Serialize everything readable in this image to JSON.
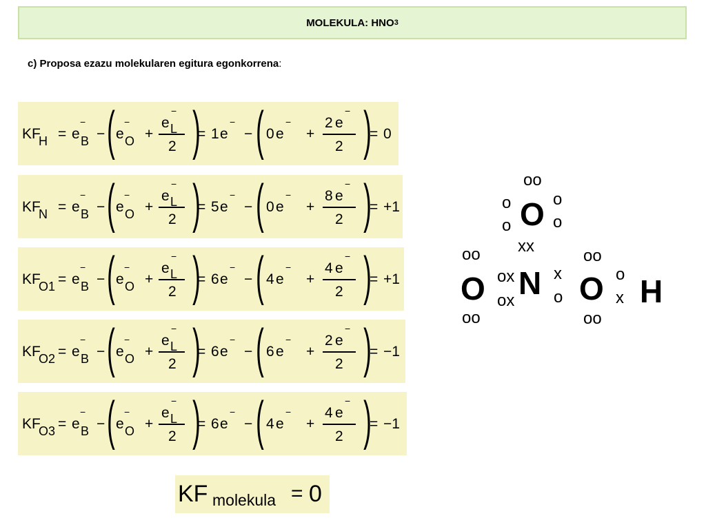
{
  "header": {
    "title": "MOLEKULA: HNO",
    "title_sub": "3"
  },
  "instruction": {
    "text": "c) Proposa ezazu molekularen egitura egonkorrena",
    "colon": ":"
  },
  "symbols": {
    "kf": "KF",
    "eB": "e",
    "B": "B",
    "eO": "e",
    "O": "O",
    "eL": "e",
    "L": "L",
    "minus_sup": "−",
    "minus": "−",
    "plus": "+",
    "eq": "=",
    "two": "2",
    "unit": "e"
  },
  "equations": [
    {
      "sub": "H",
      "term1": "1",
      "term2": "0",
      "num": "2",
      "result": "0"
    },
    {
      "sub": "N",
      "term1": "5",
      "term2": "0",
      "num": "8",
      "result": "+1"
    },
    {
      "sub": "O1",
      "term1": "6",
      "term2": "4",
      "num": "4",
      "result": "+1"
    },
    {
      "sub": "O2",
      "term1": "6",
      "term2": "6",
      "num": "2",
      "result": "−1"
    },
    {
      "sub": "O3",
      "term1": "6",
      "term2": "4",
      "num": "4",
      "result": "−1"
    }
  ],
  "final": {
    "kf": "KF",
    "sub": "molekula",
    "eq": "=",
    "value": "0"
  },
  "lewis": {
    "atoms": {
      "o_top": "O",
      "o_left": "O",
      "n": "N",
      "o_right": "O",
      "h": "H"
    },
    "electrons": {
      "top_above": "oo",
      "top_left_1": "o",
      "top_left_2": "o",
      "top_right_1": "o",
      "top_right_2": "o",
      "n_top": "xx",
      "n_left_1": "ox",
      "n_left_2": "ox",
      "n_right_1": "x",
      "n_right_2": "o",
      "left_above": "oo",
      "left_below": "oo",
      "right_above": "oo",
      "right_below": "oo",
      "right_right_1": "o",
      "right_right_2": "x"
    }
  }
}
